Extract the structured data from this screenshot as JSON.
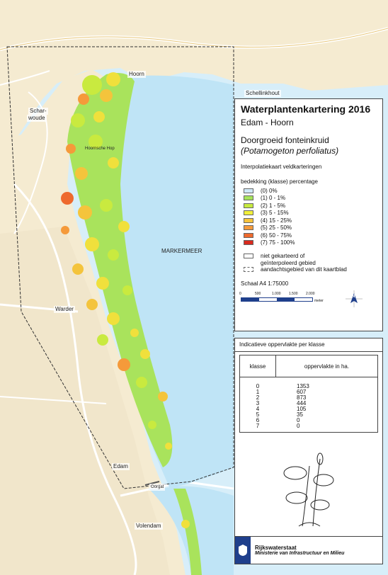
{
  "places": {
    "hoorn": "Hoorn",
    "schellinkhout": "Schellinkhout",
    "scharwoude_1": "Schar-",
    "scharwoude_2": "woude",
    "hoornsche_hop": "Hoornsche Hop",
    "markermeer": "MARKERMEER",
    "warder": "Warder",
    "edam": "Edam",
    "oorgat": "Oorgat",
    "volendam": "Volendam"
  },
  "legend": {
    "title": "Waterplantenkartering 2016",
    "area": "Edam - Hoorn",
    "species": "Doorgroeid fonteinkruid",
    "species_latin": "(Potamogeton perfoliatus)",
    "map_type": "Interpolatiekaart veldkarteringen",
    "classes_title": "bedekking (klasse) percentage",
    "classes": [
      {
        "label": "(0) 0%",
        "color": "#cfe8f7"
      },
      {
        "label": "(1) 0 - 1%",
        "color": "#a6e35a"
      },
      {
        "label": "(2) 1 - 5%",
        "color": "#c7ea3f"
      },
      {
        "label": "(3) 5 - 15%",
        "color": "#f1ef3a"
      },
      {
        "label": "(4) 15 - 25%",
        "color": "#f7c43c"
      },
      {
        "label": "(5) 25 - 50%",
        "color": "#f59a3a"
      },
      {
        "label": "(6) 50 - 75%",
        "color": "#ee6a2e"
      },
      {
        "label": "(7) 75 - 100%",
        "color": "#d92a1e"
      }
    ],
    "not_mapped_1": "niet gekarteerd of",
    "not_mapped_2": "geïnterpoleerd gebied",
    "attention_area": "aandachtsgebied van dit kaartblad",
    "scale": "Schaal A4 1:75000",
    "scale_ticks": [
      "0",
      "500",
      "1.000",
      "1.500",
      "2.000"
    ],
    "scale_unit": "meter",
    "north": "N"
  },
  "area_table": {
    "title": "Indicatieve oppervlakte per klasse",
    "col_class": "klasse",
    "col_area": "oppervlakte in ha.",
    "rows": [
      {
        "klasse": "0",
        "ha": "1353"
      },
      {
        "klasse": "1",
        "ha": "607"
      },
      {
        "klasse": "2",
        "ha": "873"
      },
      {
        "klasse": "3",
        "ha": "444"
      },
      {
        "klasse": "4",
        "ha": "105"
      },
      {
        "klasse": "5",
        "ha": "35"
      },
      {
        "klasse": "6",
        "ha": "0"
      },
      {
        "klasse": "7",
        "ha": "0"
      }
    ]
  },
  "logo": {
    "line1": "Rijkswaterstaat",
    "line2": "Ministerie van Infrastructuur en Milieu"
  },
  "colors": {
    "water": "#d4ecf8",
    "land": "#f6ecd2",
    "road": "#ffffff",
    "rws_blue": "#1f3f8c"
  }
}
